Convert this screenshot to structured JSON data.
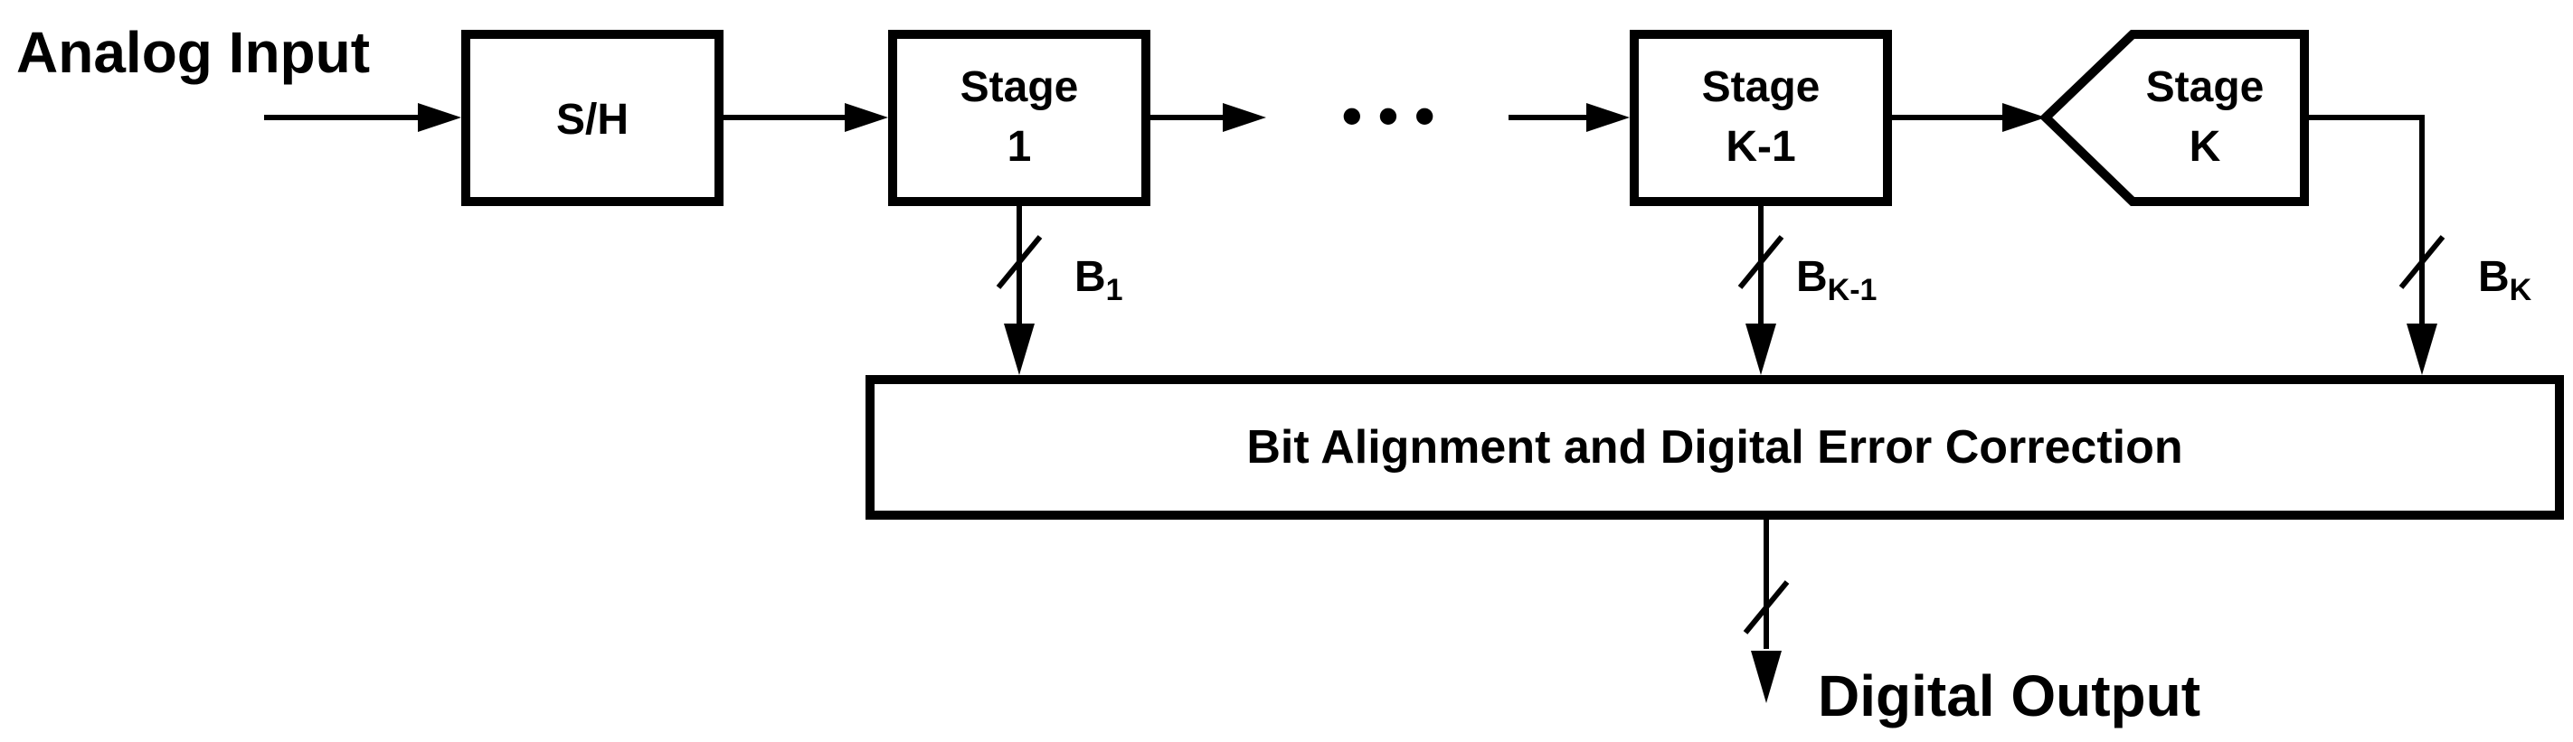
{
  "input_label": "Analog Input",
  "output_label": "Digital Output",
  "sh_block": "S/H",
  "stage1": {
    "line1": "Stage",
    "line2": "1"
  },
  "stage_k_minus_1": {
    "line1": "Stage",
    "line2": "K-1"
  },
  "stage_k": {
    "line1": "Stage",
    "line2": "K"
  },
  "ellipsis": "• • •",
  "correction_block": "Bit Alignment and Digital Error Correction",
  "bus_labels": {
    "b1": {
      "base": "B",
      "sub": "1"
    },
    "bk1": {
      "base": "B",
      "sub": "K-1"
    },
    "bk": {
      "base": "B",
      "sub": "K"
    }
  }
}
